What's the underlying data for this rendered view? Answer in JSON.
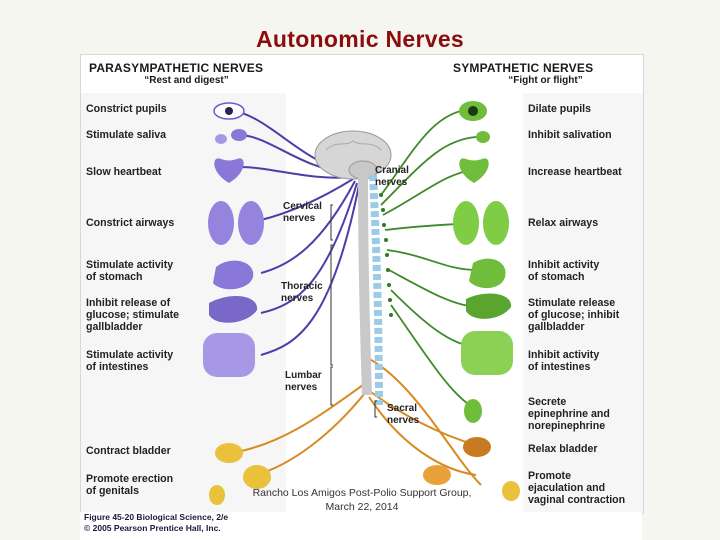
{
  "slide": {
    "title": "Autonomic Nerves"
  },
  "parasympathetic": {
    "heading": "PARASYMPATHETIC NERVES",
    "subheading": "“Rest and digest”",
    "effects": [
      "Constrict pupils",
      "Stimulate saliva",
      "Slow heartbeat",
      "Constrict airways",
      "Stimulate activity\nof stomach",
      "Inhibit release of\nglucose; stimulate\ngallbladder",
      "Stimulate activity\nof intestines",
      "Contract bladder",
      "Promote erection\nof genitals"
    ]
  },
  "sympathetic": {
    "heading": "SYMPATHETIC NERVES",
    "subheading": "“Fight or flight”",
    "effects": [
      "Dilate pupils",
      "Inhibit salivation",
      "Increase heartbeat",
      "Relax airways",
      "Inhibit activity\nof stomach",
      "Stimulate release\nof glucose; inhibit\ngallbladder",
      "Inhibit activity\nof intestines",
      "Secrete\nepinephrine and\nnorepinephrine",
      "Relax bladder",
      "Promote\nejaculation and\nvaginal contraction"
    ]
  },
  "spine_regions": {
    "cranial": "Cranial\nnerves",
    "cervical": "Cervical\nnerves",
    "thoracic": "Thoracic\nnerves",
    "lumbar": "Lumbar\nnerves",
    "sacral": "Sacral\nnerves"
  },
  "caption": {
    "line1": "Figure 45-20  Biological Science, 2/e",
    "line2": "© 2005 Pearson Prentice Hall, Inc."
  },
  "footer_note": "Rancho Los Amigos Post-Polio Support Group, March 22, 2014",
  "colors": {
    "title": "#8b0d0d",
    "parasympathetic_nerve": "#4a3fa8",
    "sympathetic_nerve": "#3f8a2a",
    "parasympathetic_organ": "#8a78d8",
    "sympathetic_organ": "#6fbd3a",
    "sacral_nerve": "#d88a20",
    "spine": "#9ccbe8"
  },
  "icons": [
    "eye-icon",
    "salivary-gland-icon",
    "heart-icon",
    "lungs-icon",
    "stomach-icon",
    "liver-icon",
    "intestines-icon",
    "adrenal-gland-icon",
    "bladder-icon",
    "genitals-icon",
    "brain-icon",
    "spinal-cord-icon"
  ]
}
